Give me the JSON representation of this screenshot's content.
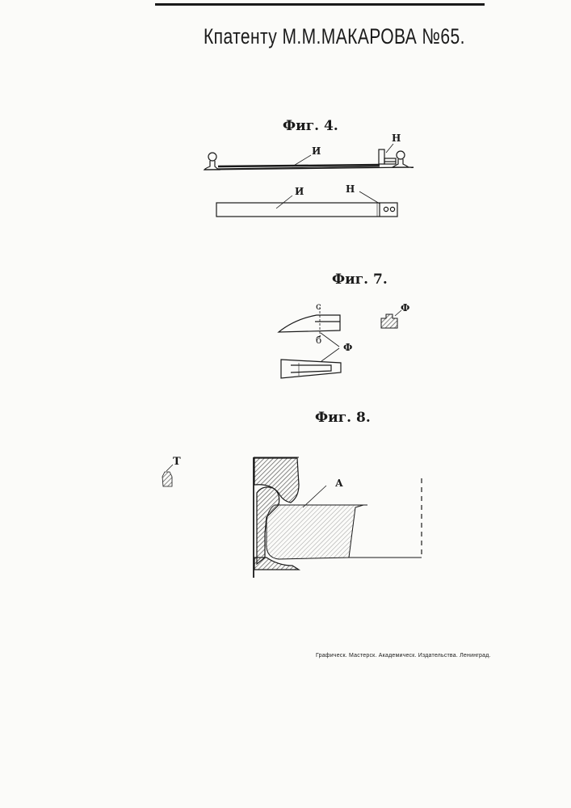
{
  "page": {
    "heading": "Кпатенту М.М.МАКАРОВА №65.",
    "printer_note": "Графическ. Мастерск. Академическ. Издательства. Ленинград."
  },
  "figures": [
    {
      "id": "fig4",
      "title": "Фиг. 4.",
      "labels": {
        "rail_bar": "И",
        "clamp": "Н",
        "bar_plan": "И",
        "clamp_plan": "Н"
      }
    },
    {
      "id": "fig7",
      "title": "Фиг. 7.",
      "labels": {
        "section_top": "с",
        "section_bottom": "б",
        "key": "Ф",
        "key_section": "Ф"
      }
    },
    {
      "id": "fig8",
      "title": "Фиг. 8.",
      "labels": {
        "detail": "Т",
        "area": "А"
      }
    }
  ],
  "colors": {
    "ink": "#1a1a1a",
    "paper": "#fbfbf9",
    "hatch": "#555555"
  }
}
